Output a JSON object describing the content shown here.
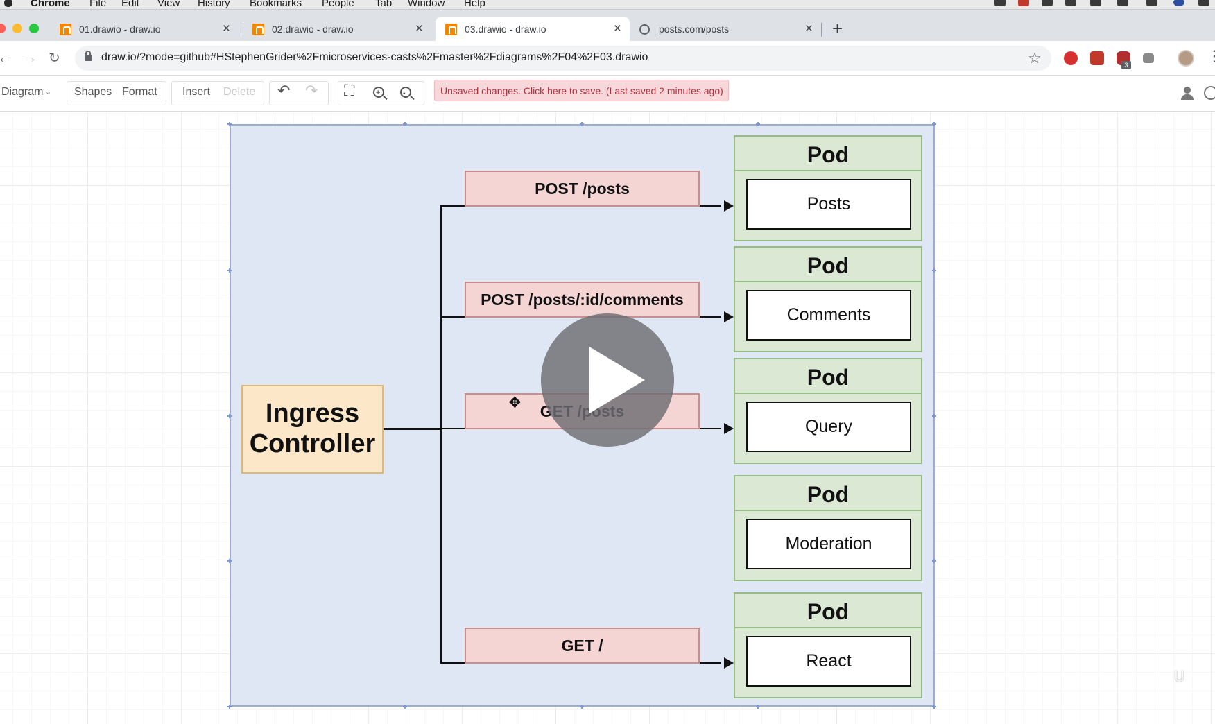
{
  "menubar": {
    "app": "Chrome",
    "items": [
      "File",
      "Edit",
      "View",
      "History",
      "Bookmarks",
      "People",
      "Tab",
      "Window",
      "Help"
    ]
  },
  "tabs": [
    {
      "title": "01.drawio - draw.io",
      "active": false
    },
    {
      "title": "02.drawio - draw.io",
      "active": false
    },
    {
      "title": "03.drawio - draw.io",
      "active": true
    },
    {
      "title": "posts.com/posts",
      "active": false
    }
  ],
  "address_bar": {
    "url": "draw.io/?mode=github#HStephenGrider%2Fmicroservices-casts%2Fmaster%2Fdiagrams%2F04%2F03.drawio",
    "extension_badge": "3"
  },
  "toolbar": {
    "diagram": "Diagram",
    "shapes": "Shapes",
    "format": "Format",
    "insert": "Insert",
    "delete": "Delete",
    "save_notice": "Unsaved changes. Click here to save. (Last saved 2 minutes ago)"
  },
  "diagram": {
    "ingress": "Ingress Controller",
    "routes": [
      "POST /posts",
      "POST /posts/:id/comments",
      "GET /posts",
      "GET /"
    ],
    "pods": [
      {
        "label": "Pod",
        "service": "Posts"
      },
      {
        "label": "Pod",
        "service": "Comments"
      },
      {
        "label": "Pod",
        "service": "Query"
      },
      {
        "label": "Pod",
        "service": "Moderation"
      },
      {
        "label": "Pod",
        "service": "React"
      }
    ]
  },
  "colors": {
    "container_fill": "#dfe7f5",
    "ingress_fill": "#fce8c8",
    "route_fill": "#f5d4d4",
    "pod_fill": "#dae8d4",
    "save_notice_fill": "#f8d7da"
  }
}
